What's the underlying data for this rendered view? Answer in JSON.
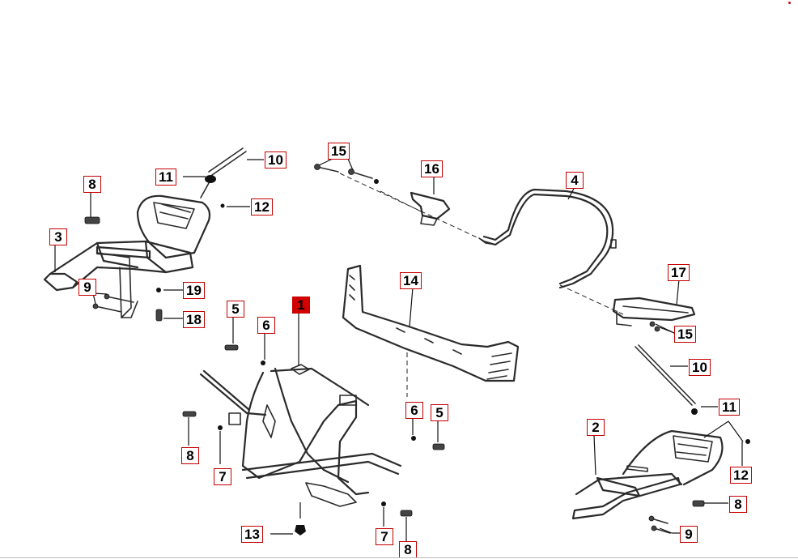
{
  "diagram": {
    "callouts": {
      "c1": "1",
      "c2": "2",
      "c3": "3",
      "c4": "4",
      "c5a": "5",
      "c5b": "5",
      "c6a": "6",
      "c6b": "6",
      "c7a": "7",
      "c7b": "7",
      "c8a": "8",
      "c8b": "8",
      "c8c": "8",
      "c8d": "8",
      "c9a": "9",
      "c9b": "9",
      "c10a": "10",
      "c10b": "10",
      "c11a": "11",
      "c11b": "11",
      "c12a": "12",
      "c12b": "12",
      "c13": "13",
      "c14": "14",
      "c15a": "15",
      "c15b": "15",
      "c16": "16",
      "c17": "17",
      "c18": "18",
      "c19": "19"
    },
    "highlighted_callout": "1",
    "colors": {
      "callout_border": "#c40000",
      "highlight_fill": "#d40000",
      "line": "#2b2b2b"
    }
  }
}
